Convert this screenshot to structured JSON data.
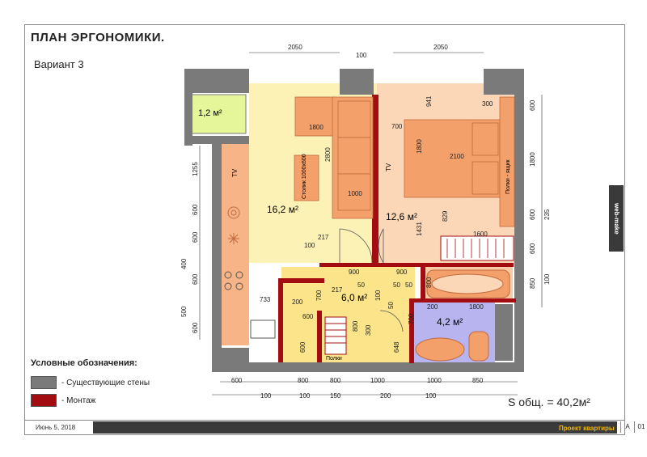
{
  "title": "ПЛАН ЭРГОНОМИКИ.",
  "variant": "Вариант 3",
  "legend": {
    "title": "Условные обозначения:",
    "items": [
      {
        "color": "#7a7a7a",
        "label": "- Существующие стены"
      },
      {
        "color": "#a30d12",
        "label": "- Монтаж"
      }
    ]
  },
  "total_area": "S общ. =  40,2м²",
  "footer": {
    "date": "Июнь 5, 2018",
    "project": "Проект квартиры",
    "sheet": "A",
    "page": "01"
  },
  "side_tab": "web-make",
  "rooms": {
    "balcony": "1,2 м²",
    "living": "16,2 м²",
    "bedroom": "12,6 м²",
    "hall": "6,0 м²",
    "bath": "4,2 м²"
  },
  "furniture": {
    "tv_living": "TV",
    "tv_bedroom": "TV",
    "table": "Столик 1000х600",
    "shelves": "Полки",
    "wardrobe": "Полки - ящик"
  },
  "dims": {
    "top": [
      "2050",
      "100",
      "2050"
    ],
    "bottom_row1": [
      "600",
      "800",
      "800",
      "1000",
      "1000",
      "850"
    ],
    "bottom_row2": [
      "100",
      "100",
      "150",
      "200",
      "100"
    ],
    "left": [
      "1255",
      "600",
      "600",
      "400",
      "600",
      "500",
      "600"
    ],
    "right": [
      "600",
      "1800",
      "600",
      "235",
      "600",
      "850",
      "100"
    ],
    "inner": [
      "941",
      "300",
      "1800",
      "700",
      "1800",
      "2800",
      "2100",
      "1000",
      "829",
      "1431",
      "1600",
      "217",
      "100",
      "900",
      "900",
      "50",
      "50",
      "50",
      "217",
      "800",
      "700",
      "200",
      "600",
      "733",
      "100",
      "50",
      "200",
      "1800",
      "800",
      "300",
      "648",
      "600",
      "700"
    ]
  },
  "colors": {
    "wall": "#7a7a7a",
    "mount": "#a30d12",
    "living_floor": "#fcf2b6",
    "bedroom_floor": "#fbd7b8",
    "hall_floor": "#fbe48a",
    "bath_floor": "#b8b4f0",
    "balcony": "#e4f59a",
    "furniture": "#f4a06a",
    "kitchen": "#f6b487"
  }
}
